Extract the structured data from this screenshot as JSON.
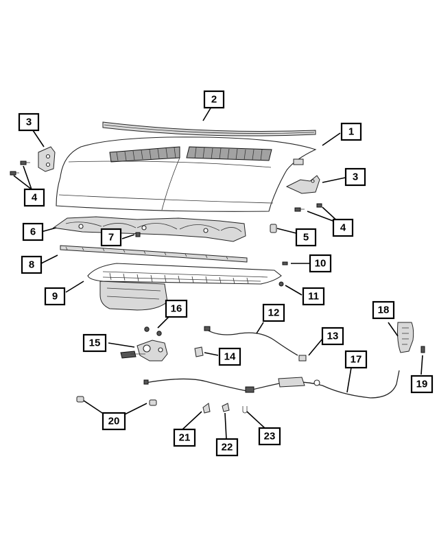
{
  "callouts": [
    {
      "id": "c2a",
      "label": "2"
    },
    {
      "id": "c1",
      "label": "1"
    },
    {
      "id": "c3a",
      "label": "3"
    },
    {
      "id": "c4a",
      "label": "4"
    },
    {
      "id": "c3b",
      "label": "3"
    },
    {
      "id": "c4b",
      "label": "4"
    },
    {
      "id": "c6",
      "label": "6"
    },
    {
      "id": "c7",
      "label": "7"
    },
    {
      "id": "c5",
      "label": "5"
    },
    {
      "id": "c8",
      "label": "8"
    },
    {
      "id": "c10",
      "label": "10"
    },
    {
      "id": "c9",
      "label": "9"
    },
    {
      "id": "c11",
      "label": "11"
    },
    {
      "id": "c16",
      "label": "16"
    },
    {
      "id": "c12",
      "label": "12"
    },
    {
      "id": "c18",
      "label": "18"
    },
    {
      "id": "c15",
      "label": "15"
    },
    {
      "id": "c13",
      "label": "13"
    },
    {
      "id": "c14",
      "label": "14"
    },
    {
      "id": "c17",
      "label": "17"
    },
    {
      "id": "c19",
      "label": "19"
    },
    {
      "id": "c20",
      "label": "20"
    },
    {
      "id": "c21",
      "label": "21"
    },
    {
      "id": "c22",
      "label": "22"
    },
    {
      "id": "c23",
      "label": "23"
    }
  ]
}
